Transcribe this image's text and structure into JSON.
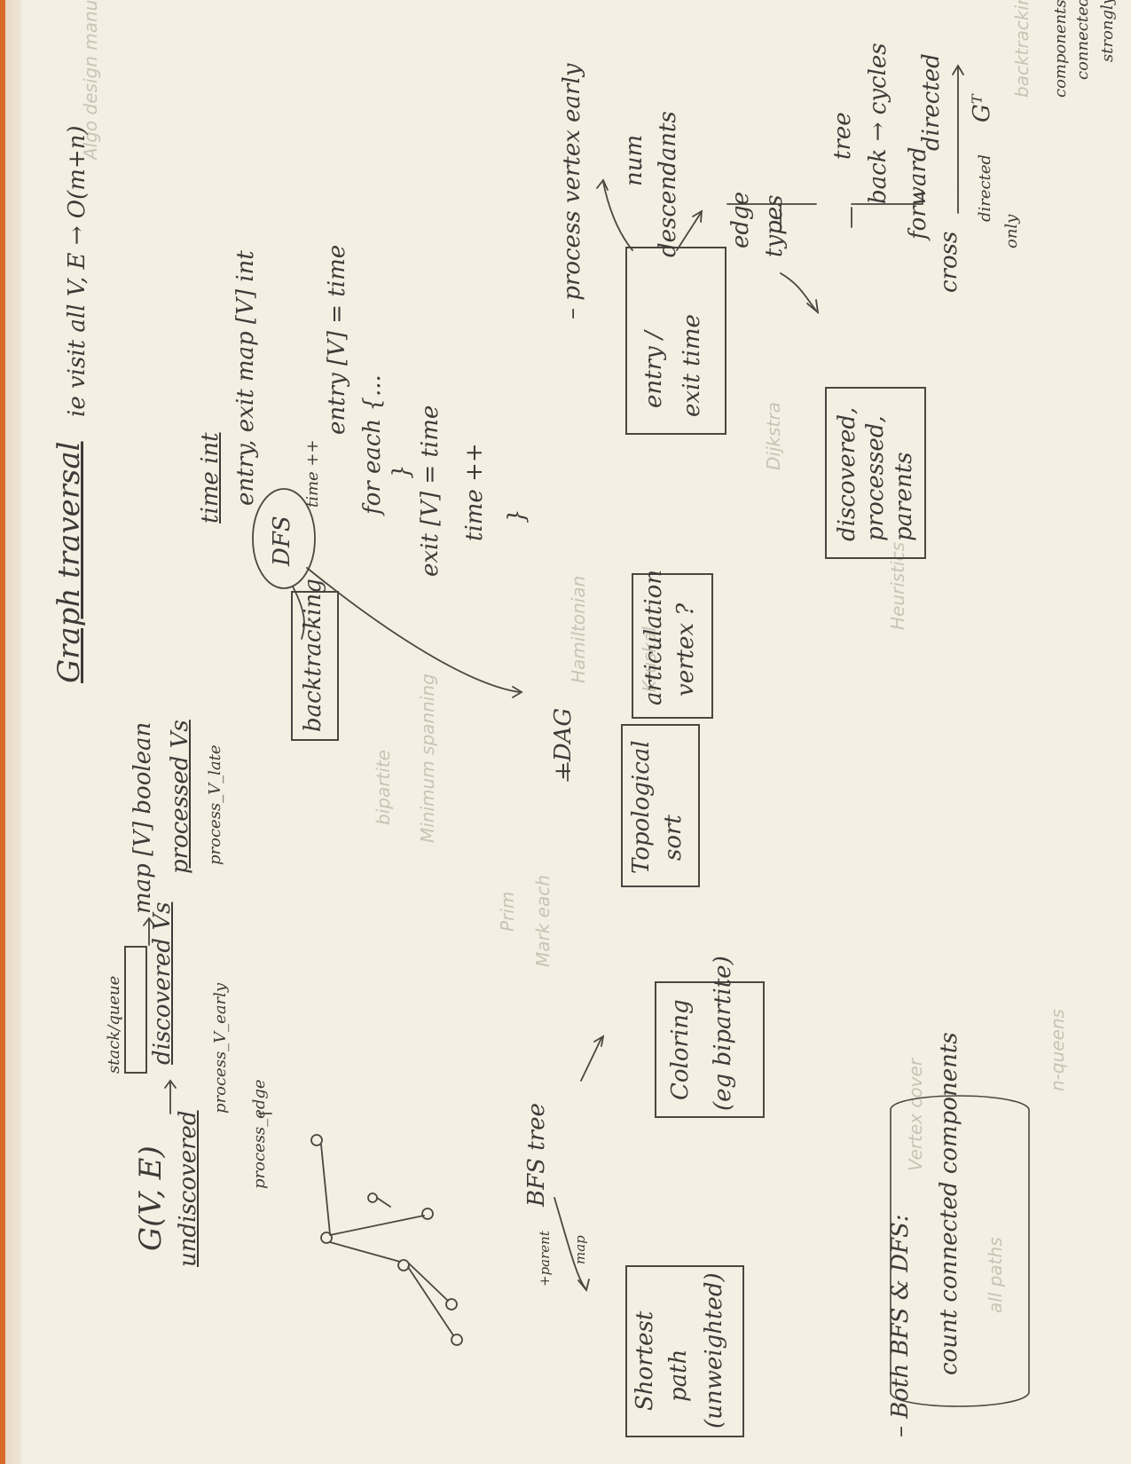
{
  "title": "Graph traversal",
  "subtitle": "ie visit all V, E → O(m+n)",
  "graph": "G(V, E)",
  "undiscovered": "undiscovered",
  "stack_queue": "stack/queue",
  "discovered": "discovered Vs",
  "map_boolean": "map [V] boolean",
  "processed": "processed Vs",
  "process_v_late": "process_V_late",
  "process_v_early": "process_V_early",
  "process_edge": "process_edge",
  "process_vertex_early": "– process vertex early",
  "time_int": "time int",
  "entry_exit_map": "entry, exit map [V] int",
  "dfs": "DFS",
  "dfs_code": [
    "time ++",
    "entry [V] = time",
    "for each {...",
    "}",
    "exit [V] = time",
    "time ++",
    "}"
  ],
  "directed": "directed",
  "g_transpose": "Gᵀ",
  "strongly_connected": [
    "strongly",
    "connected",
    "components"
  ],
  "num_descendants": [
    "num",
    "descendants"
  ],
  "edge_types": [
    "edge",
    "types"
  ],
  "edge_type_items": [
    "tree",
    "back → cycles",
    "forward",
    "cross"
  ],
  "directed_only": [
    "directed",
    "only"
  ],
  "backtracking": "backtracking",
  "articulation_vertex": [
    "articulation",
    "vertex ?"
  ],
  "topological_sort": [
    "Topological",
    "sort"
  ],
  "dag": "+DAG",
  "entry_exit_time": [
    "entry /",
    "exit time"
  ],
  "discovered_processed_parents": [
    "discovered,",
    "processed,",
    "parents"
  ],
  "bfs_tree": "BFS tree",
  "plus_parent_map": [
    "+parent",
    "map"
  ],
  "shortest_path": [
    "Shortest",
    "path",
    "(unweighted)"
  ],
  "coloring": [
    "Coloring",
    "(eg bipartite)"
  ],
  "both_bfs_dfs": "– Both BFS & DFS:",
  "count_connected_components": "count connected components",
  "ghost_text": [
    "Algo design manual",
    "backtracking",
    "Hamiltonian",
    "Vertex cover",
    "n-queens",
    "Minimum spanning",
    "bipartite",
    "Dijkstra",
    "Kruskal",
    "Prim",
    "Mark each",
    "all paths",
    "Heuristics"
  ]
}
